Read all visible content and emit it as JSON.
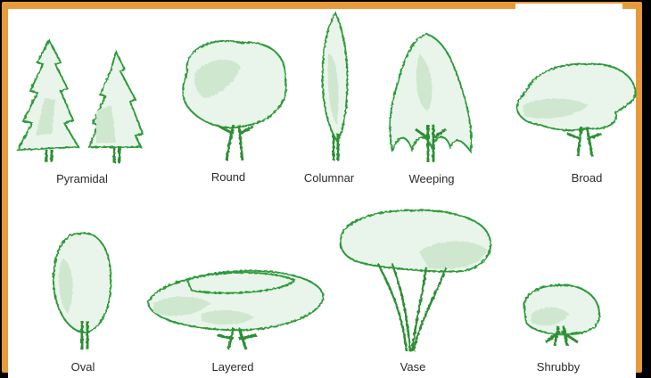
{
  "colors": {
    "border": "#e69a3c",
    "outline": "#2e9a3a",
    "fill_light": "#e9f5ea",
    "fill_mid": "#cfe7cf",
    "trunk": "#2f8f36"
  },
  "shapes": [
    {
      "id": "pyramidal",
      "label": "Pyramidal"
    },
    {
      "id": "round",
      "label": "Round"
    },
    {
      "id": "columnar",
      "label": "Columnar"
    },
    {
      "id": "weeping",
      "label": "Weeping"
    },
    {
      "id": "broad",
      "label": "Broad"
    },
    {
      "id": "oval",
      "label": "Oval"
    },
    {
      "id": "layered",
      "label": "Layered"
    },
    {
      "id": "vase",
      "label": "Vase"
    },
    {
      "id": "shrubby",
      "label": "Shrubby"
    }
  ]
}
